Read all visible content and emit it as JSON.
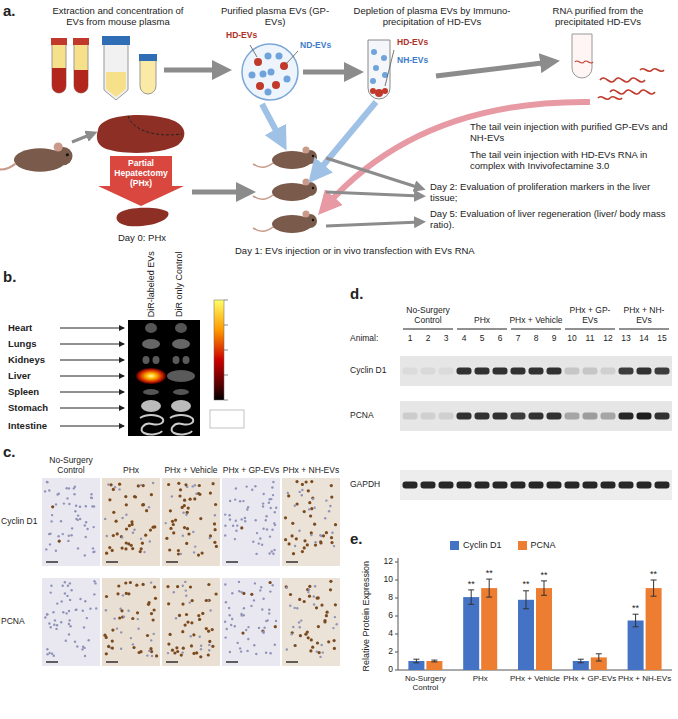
{
  "diagram": {
    "labels": [
      "a.",
      "Extraction and concentration of EVs from mouse plasma",
      "Purified plasma EVs (GP-EVs)",
      "Depletion of plasma EVs by Immuno-precipitation of HD-EVs",
      "RNA purified from the precipitated HD-EVs",
      "HD-EVs",
      "ND-EVs",
      "HD-EVs",
      "NH-EVs",
      "The tail vein injection with purified GP-EVs and NH-EVs",
      "The tail vein injection with HD-EVs RNA in complex with Invivofectamine 3.0",
      "Partial Hepatectomy (PHx)",
      "Day 0: PHx",
      "Day 1: EVs injection or in vivo transfection with EVs RNA",
      "Day 2: Evaluation of proliferation markers in the liver tissue;",
      "Day 5: Evaluation of liver regeneration (liver/ body mass ratio).",
      "b.",
      "DiR-labeled EVs",
      "DiR only Control",
      "Heart",
      "Lungs",
      "Kidneys",
      "Liver",
      "Spleen",
      "Stomach",
      "Intestine",
      "c.",
      "No-Surgery Control",
      "PHx",
      "PHx + Vehicle",
      "PHx + GP-EVs",
      "PHx + NH-EVs",
      "Cyclin D1",
      "PCNA",
      "d.",
      "No-Surgery Control",
      "PHx",
      "PHx + Vehicle",
      "PHx + GP-EVs",
      "PHx + NH-EVs",
      "Animal:",
      "1",
      "2",
      "3",
      "4",
      "5",
      "6",
      "7",
      "8",
      "9",
      "10",
      "11",
      "12",
      "13",
      "14",
      "15",
      "Cyclin D1",
      "PCNA",
      "GAPDH",
      "e.",
      "Relative Protein Expression",
      "0",
      "2",
      "4",
      "6",
      "8",
      "10",
      "12",
      "No-Surgery Control",
      "PHx",
      "PHx + Vehicle",
      "PHx + GP-EVs",
      "PHx + NH-EVs",
      "**",
      "**",
      "**",
      "**",
      "**",
      "**"
    ],
    "legend": [
      {
        "text": "Cyclin D1",
        "color": "#4472c4"
      },
      {
        "text": "PCNA",
        "color": "#ed7d31"
      }
    ]
  }
}
